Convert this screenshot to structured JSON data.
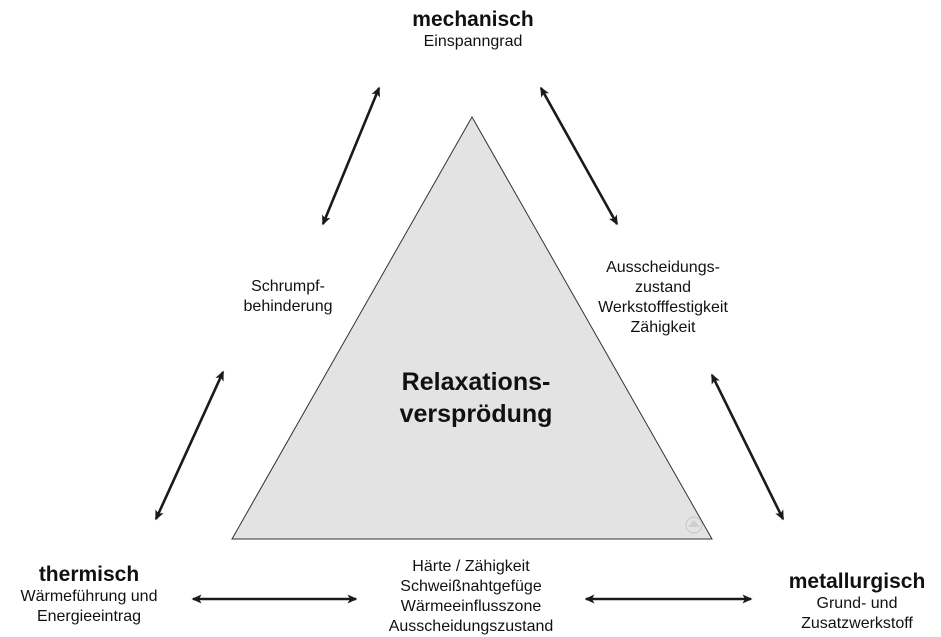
{
  "colors": {
    "triangle_fill": "#e3e3e3",
    "triangle_stroke": "#333333",
    "arrow": "#1a1a1a"
  },
  "center": {
    "line1": "Relaxations-",
    "line2": "versprödung"
  },
  "corners": {
    "mechanical": {
      "title": "mechanisch",
      "sub": "Einspanngrad"
    },
    "thermal": {
      "title": "thermisch",
      "sub1": "Wärmeführung und",
      "sub2": "Energieeintrag"
    },
    "metallurgical": {
      "title": "metallurgisch",
      "sub1": "Grund- und",
      "sub2": "Zusatzwerkstoff"
    }
  },
  "edges": {
    "left": [
      "Schrumpf-",
      "behinderung"
    ],
    "right": [
      "Ausscheidungs-",
      "zustand",
      "Werkstofffestigkeit",
      "Zähigkeit"
    ],
    "bottom": [
      "Härte / Zähigkeit",
      "Schweißnahtgefüge",
      "Wärmeeinflusszone",
      "Ausscheidungszustand"
    ]
  },
  "icons": {
    "watermark": "logo-watermark-icon"
  }
}
